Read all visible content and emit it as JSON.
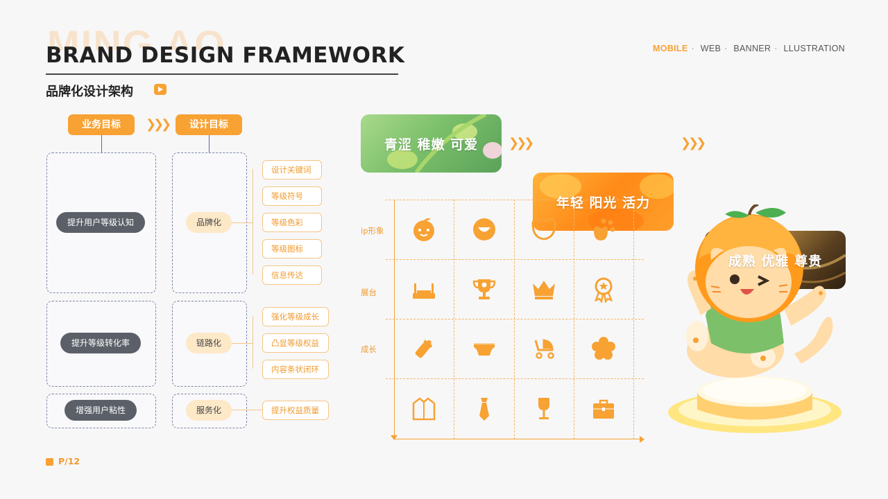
{
  "header": {
    "ghost_text": "MING AO",
    "title": "BRAND DESIGN FRAMEWORK",
    "subtitle": "品牌化设计架构"
  },
  "nav": {
    "items": [
      "MOBILE",
      "WEB",
      "BANNER",
      "LLUSTRATION"
    ],
    "active": "MOBILE"
  },
  "flow": {
    "business_goal_label": "业务目标",
    "design_goal_label": "设计目标",
    "business_goals": [
      "提升用户等级认知",
      "提升等级转化率",
      "增强用户粘性"
    ],
    "design_goals": [
      "品牌化",
      "链路化",
      "服务化"
    ],
    "branding_tags": [
      "设计关键词",
      "等级符号",
      "等级色彩",
      "等级图标",
      "信息传达"
    ],
    "linkage_tags": [
      "强化等级成长",
      "凸显等级权益",
      "内容条状闭环"
    ],
    "service_tags": [
      "提升权益质量"
    ]
  },
  "stages": [
    {
      "label": "青涩   稚嫩   可爱"
    },
    {
      "label": "年轻   阳光   活力"
    },
    {
      "label": "成熟   优雅   尊贵"
    }
  ],
  "icon_grid": {
    "rows": [
      "ip形象",
      "展台",
      "成长",
      ""
    ],
    "icons": [
      [
        "orange-face-icon",
        "smile-circle-icon",
        "bean-icon",
        "dots-bean-icon"
      ],
      [
        "podium-icon",
        "trophy-icon",
        "crown-icon",
        "medal-icon"
      ],
      [
        "baby-bottle-icon",
        "diaper-icon",
        "stroller-icon",
        "flower-badge-icon"
      ],
      [
        "jacket-icon",
        "tie-icon",
        "wine-glass-icon",
        "briefcase-icon"
      ]
    ]
  },
  "colors": {
    "accent": "#f7a233",
    "dark_pill": "#5b6068",
    "light_pill": "#fde8c8"
  },
  "footer": {
    "page": "P/12"
  }
}
